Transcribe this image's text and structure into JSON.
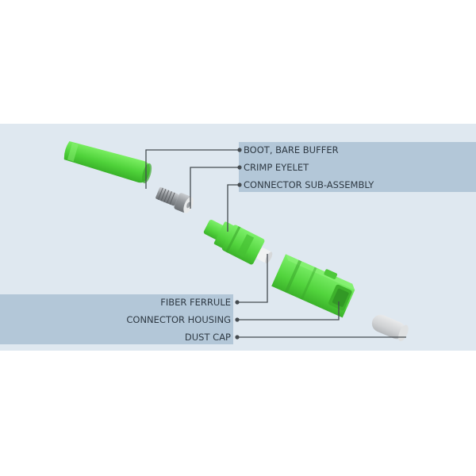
{
  "colors": {
    "band": "#dfe8f0",
    "label_bar": "#b3c7d8",
    "leader": "#454b50",
    "connector_green": "#5ddc4a",
    "metal": "#9fa3a7",
    "dust_cap": "#d2d4d6"
  },
  "labels": {
    "boot": "BOOT, BARE BUFFER",
    "crimp_eyelet": "CRIMP EYELET",
    "sub_assembly": "CONNECTOR SUB-ASSEMBLY",
    "fiber_ferrule": "FIBER FERRULE",
    "connector_housing": "CONNECTOR HOUSING",
    "dust_cap": "DUST CAP"
  }
}
